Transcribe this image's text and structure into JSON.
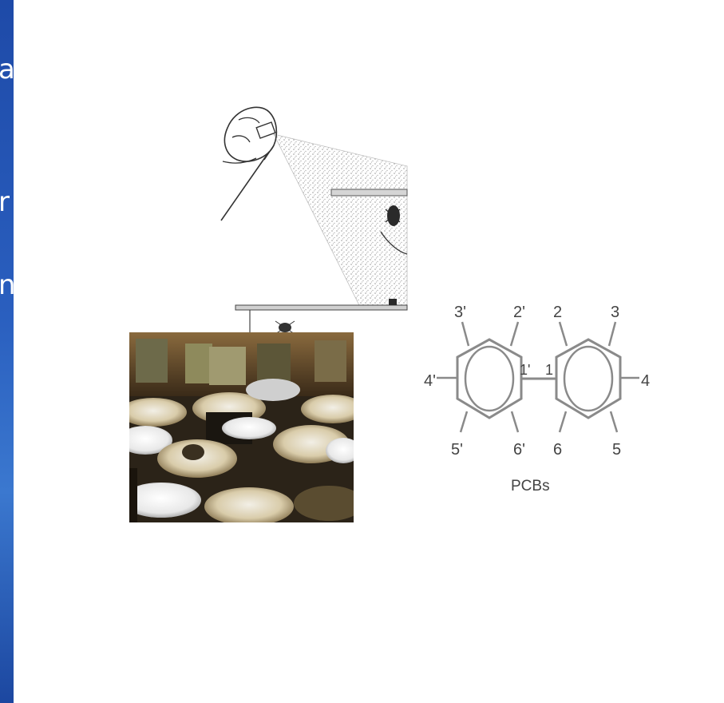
{
  "side_text": {
    "line1": "a",
    "line2": "r",
    "line3": "n"
  },
  "pcb": {
    "caption": "PCBs",
    "labels": {
      "p3": "3'",
      "p2": "2'",
      "u2": "2",
      "u3": "3",
      "p4": "4'",
      "p1": "1'",
      "u1": "1",
      "u4": "4",
      "p5": "5'",
      "p6": "6'",
      "u6": "6",
      "u5": "5"
    }
  },
  "colors": {
    "side_strip": "#2a5fbf",
    "ring_stroke": "#8a8a8a",
    "label": "#444444"
  },
  "icons": {
    "spray": "spray-can-illustration",
    "barrels": "waste-barrels-photo"
  }
}
